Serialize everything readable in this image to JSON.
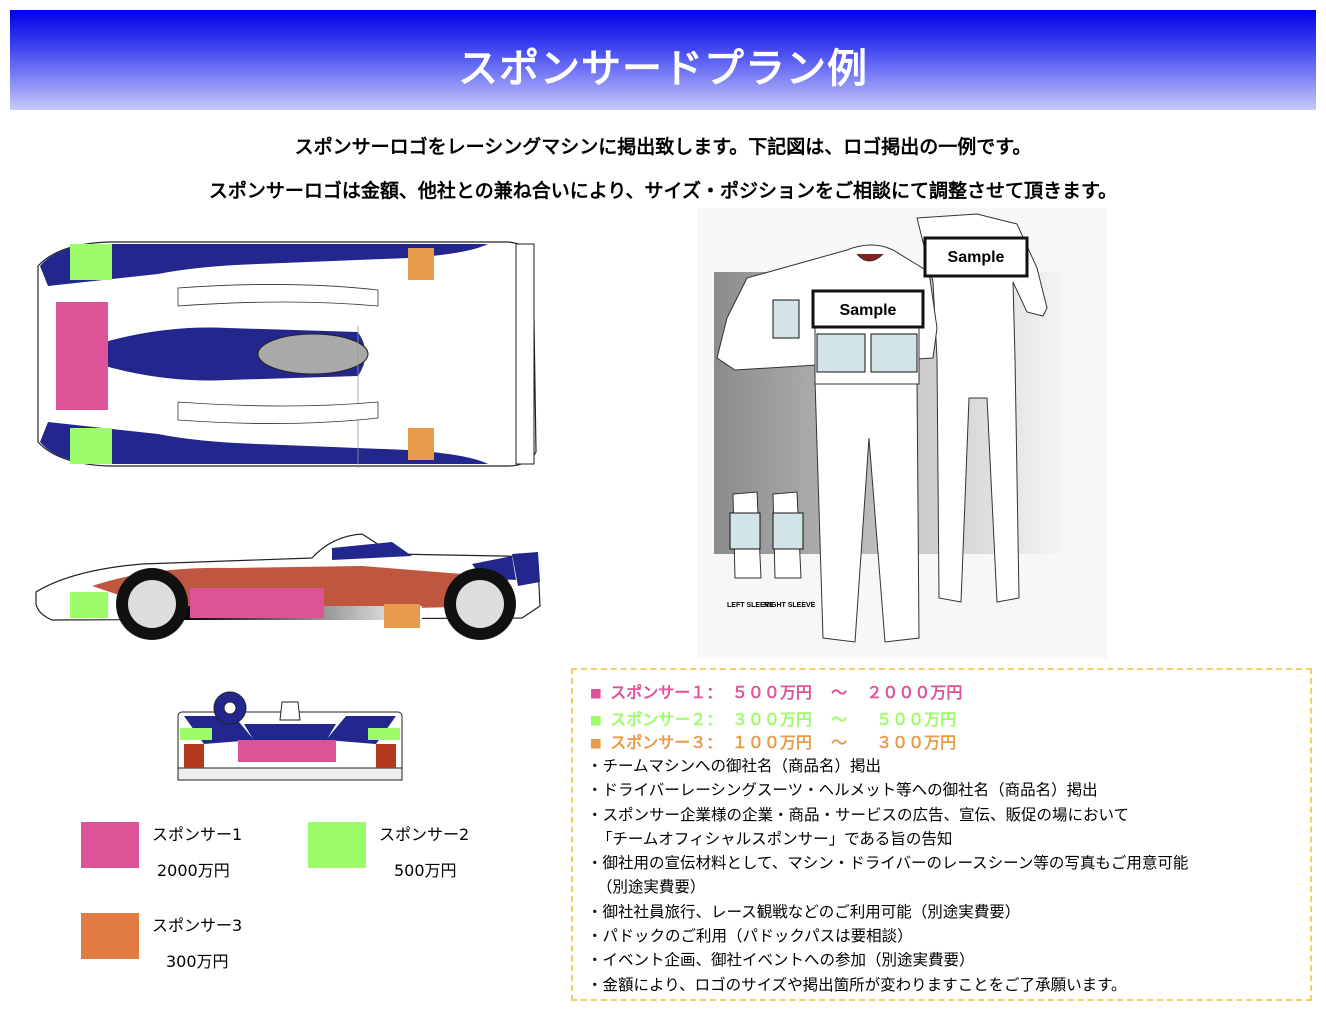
{
  "header": {
    "title": "スポンサードプラン例"
  },
  "intro": {
    "line1": "スポンサーロゴをレーシングマシンに掲出致します。下記図は、ロゴ掲出の一例です。",
    "line2": "スポンサーロゴは金額、他社との兼ね合いにより、サイズ・ポジションをご相談にて調整させて頂きます。"
  },
  "suit": {
    "sample1": "Sample",
    "sample2": "Sample",
    "left_sleeve": "LEFT SLEEVE",
    "right_sleeve": "RIGHT SLEEVE"
  },
  "colors": {
    "sponsor1": "#dd5397",
    "sponsor2": "#9dfc6a",
    "sponsor3": "#e17a43",
    "car_blue": "#23268d",
    "car_red": "#b4381e"
  },
  "legend": [
    {
      "label": "スポンサー1",
      "price": "2000万円"
    },
    {
      "label": "スポンサー2",
      "price": "500万円"
    },
    {
      "label": "スポンサー3",
      "price": "300万円"
    }
  ],
  "plans": [
    {
      "text": "■ スポンサー１： ５００万円  ～  ２０００万円"
    },
    {
      "text": "■ スポンサー２： ３００万円  ～   ５００万円"
    },
    {
      "text": "■ スポンサー３： １００万円  ～   ３００万円"
    }
  ],
  "benefits": [
    "・チームマシンへの御社名（商品名）掲出",
    "・ドライバーレーシングスーツ・ヘルメット等への御社名（商品名）掲出",
    "・スポンサー企業様の企業・商品・サービスの広告、宣伝、販促の場において",
    "  「チームオフィシャルスポンサー」である旨の告知",
    "・御社用の宣伝材料として、マシン・ドライバーのレースシーン等の写真もご用意可能",
    "  （別途実費要）",
    "・御社社員旅行、レース観戦などのご利用可能（別途実費要）",
    "・パドックのご利用（パドックパスは要相談）",
    "・イベント企画、御社イベントへの参加（別途実費要）",
    "・金額により、ロゴのサイズや掲出箇所が変わりますことをご了承願います。"
  ]
}
